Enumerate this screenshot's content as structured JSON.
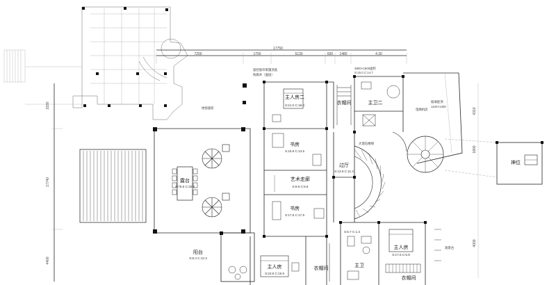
{
  "plan": {
    "rooms": {
      "terrace": "露台",
      "master_bedroom_2": "主人房二",
      "cloakroom_top": "衣帽间",
      "master_bath_2": "主卫二",
      "study_top": "书房",
      "art_corridor": "艺术走廊",
      "study_mid": "书房",
      "hallway": "过厅",
      "balcony": "阳台",
      "master_bedroom_bottom": "主人房",
      "cloakroom_bottom": "衣帽间",
      "master_bath": "主卫",
      "master_room_right": "主人房",
      "cloakroom_right": "衣帽间",
      "shrine": "神位"
    },
    "dimensions": {
      "d1": "7200",
      "d2": "1750",
      "d3": "5130",
      "d4": "600",
      "d5": "1480",
      "d6": "4.30",
      "d_total": "17750",
      "v1": "3180",
      "v2": "17740",
      "v3": "4400",
      "v4": "4310",
      "v5": "4000",
      "v6": "1800"
    },
    "notes": {
      "n_top": "遥控窗帘雨篷顶盖",
      "n_top2": "防腐木（面层）",
      "n_r1": "3800×1800面积",
      "n_r2": "S:15.0 C:14.7",
      "n_mb2_area": "S:21.0 C:18.4",
      "n_terrace_area": "S:78.5 C:33.8",
      "n_study_area": "S:15.9 C:13.5",
      "n_study2_area": "S:17.5 C:17.5",
      "n_art_area": "S:9.9 C:5.8",
      "n_hall_area": "S:12.8 C:11.3",
      "n_balcony_area": "S:8.4 C:12.3",
      "n_mb_area": "S:23.8 C:19.9",
      "n_mr_area": "S:17.5 C:5.8",
      "n_bath2_area": "S:5.7 C:1.3",
      "n_hall_note": "大理石楼梯",
      "n_stair": "电梯机房",
      "n_ceiling": "玻璃屋顶",
      "n_floor": "地毯铺装",
      "n_side": "观景台",
      "n_elev": "1100×1300"
    }
  }
}
